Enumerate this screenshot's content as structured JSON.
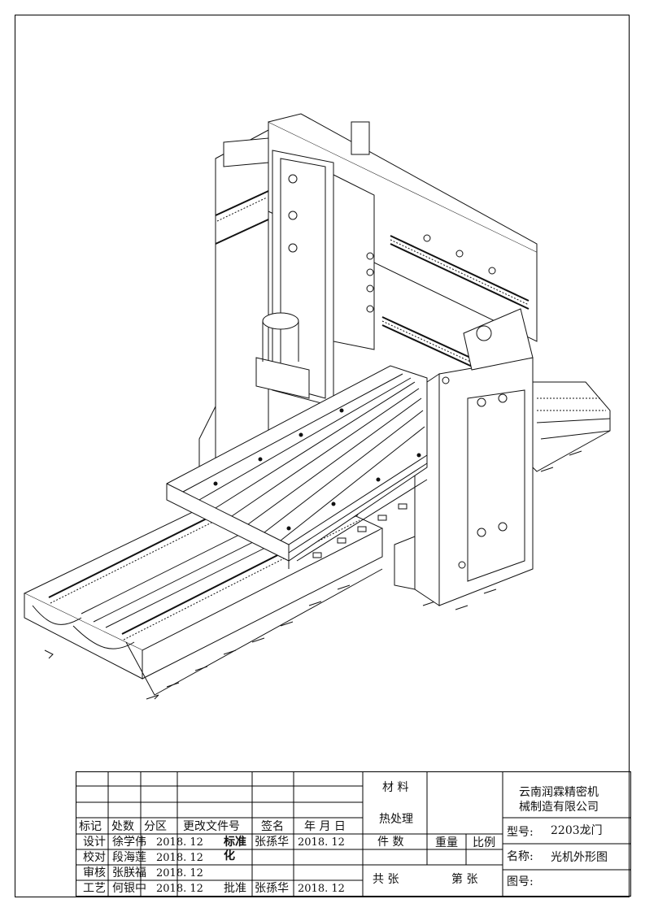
{
  "title_block": {
    "company_line1": "云南润霖精密机",
    "company_line2": "械制造有限公司",
    "labels": {
      "mark": "标记",
      "count": "处数",
      "zone": "分区",
      "doc_no": "更改文件号",
      "sign": "签名",
      "date": "年 月 日",
      "design": "设计",
      "check": "校对",
      "review": "审核",
      "process": "工艺",
      "standard_a": "标准",
      "standard_b": "化",
      "approve": "批准",
      "material": "材 料",
      "heat": "热处理",
      "pieces": "件   数",
      "weight": "重量",
      "scale": "比例",
      "total": "共     张",
      "sheet": "第     张",
      "model": "型号:",
      "name": "名称:",
      "drawing_no": "图号:"
    },
    "people": {
      "designer": "徐学伟",
      "checker": "段海莲",
      "reviewer": "张朕福",
      "processor": "何银中",
      "standardizer": "张孫华",
      "approver": "张孫华"
    },
    "dates": {
      "design": "2018. 12",
      "check": "2018. 12",
      "review": "2018. 12",
      "process": "2018. 12",
      "standard": "2018. 12",
      "approve": "2018. 12"
    },
    "model_value": "2203龙门",
    "name_value": "光机外形图"
  }
}
